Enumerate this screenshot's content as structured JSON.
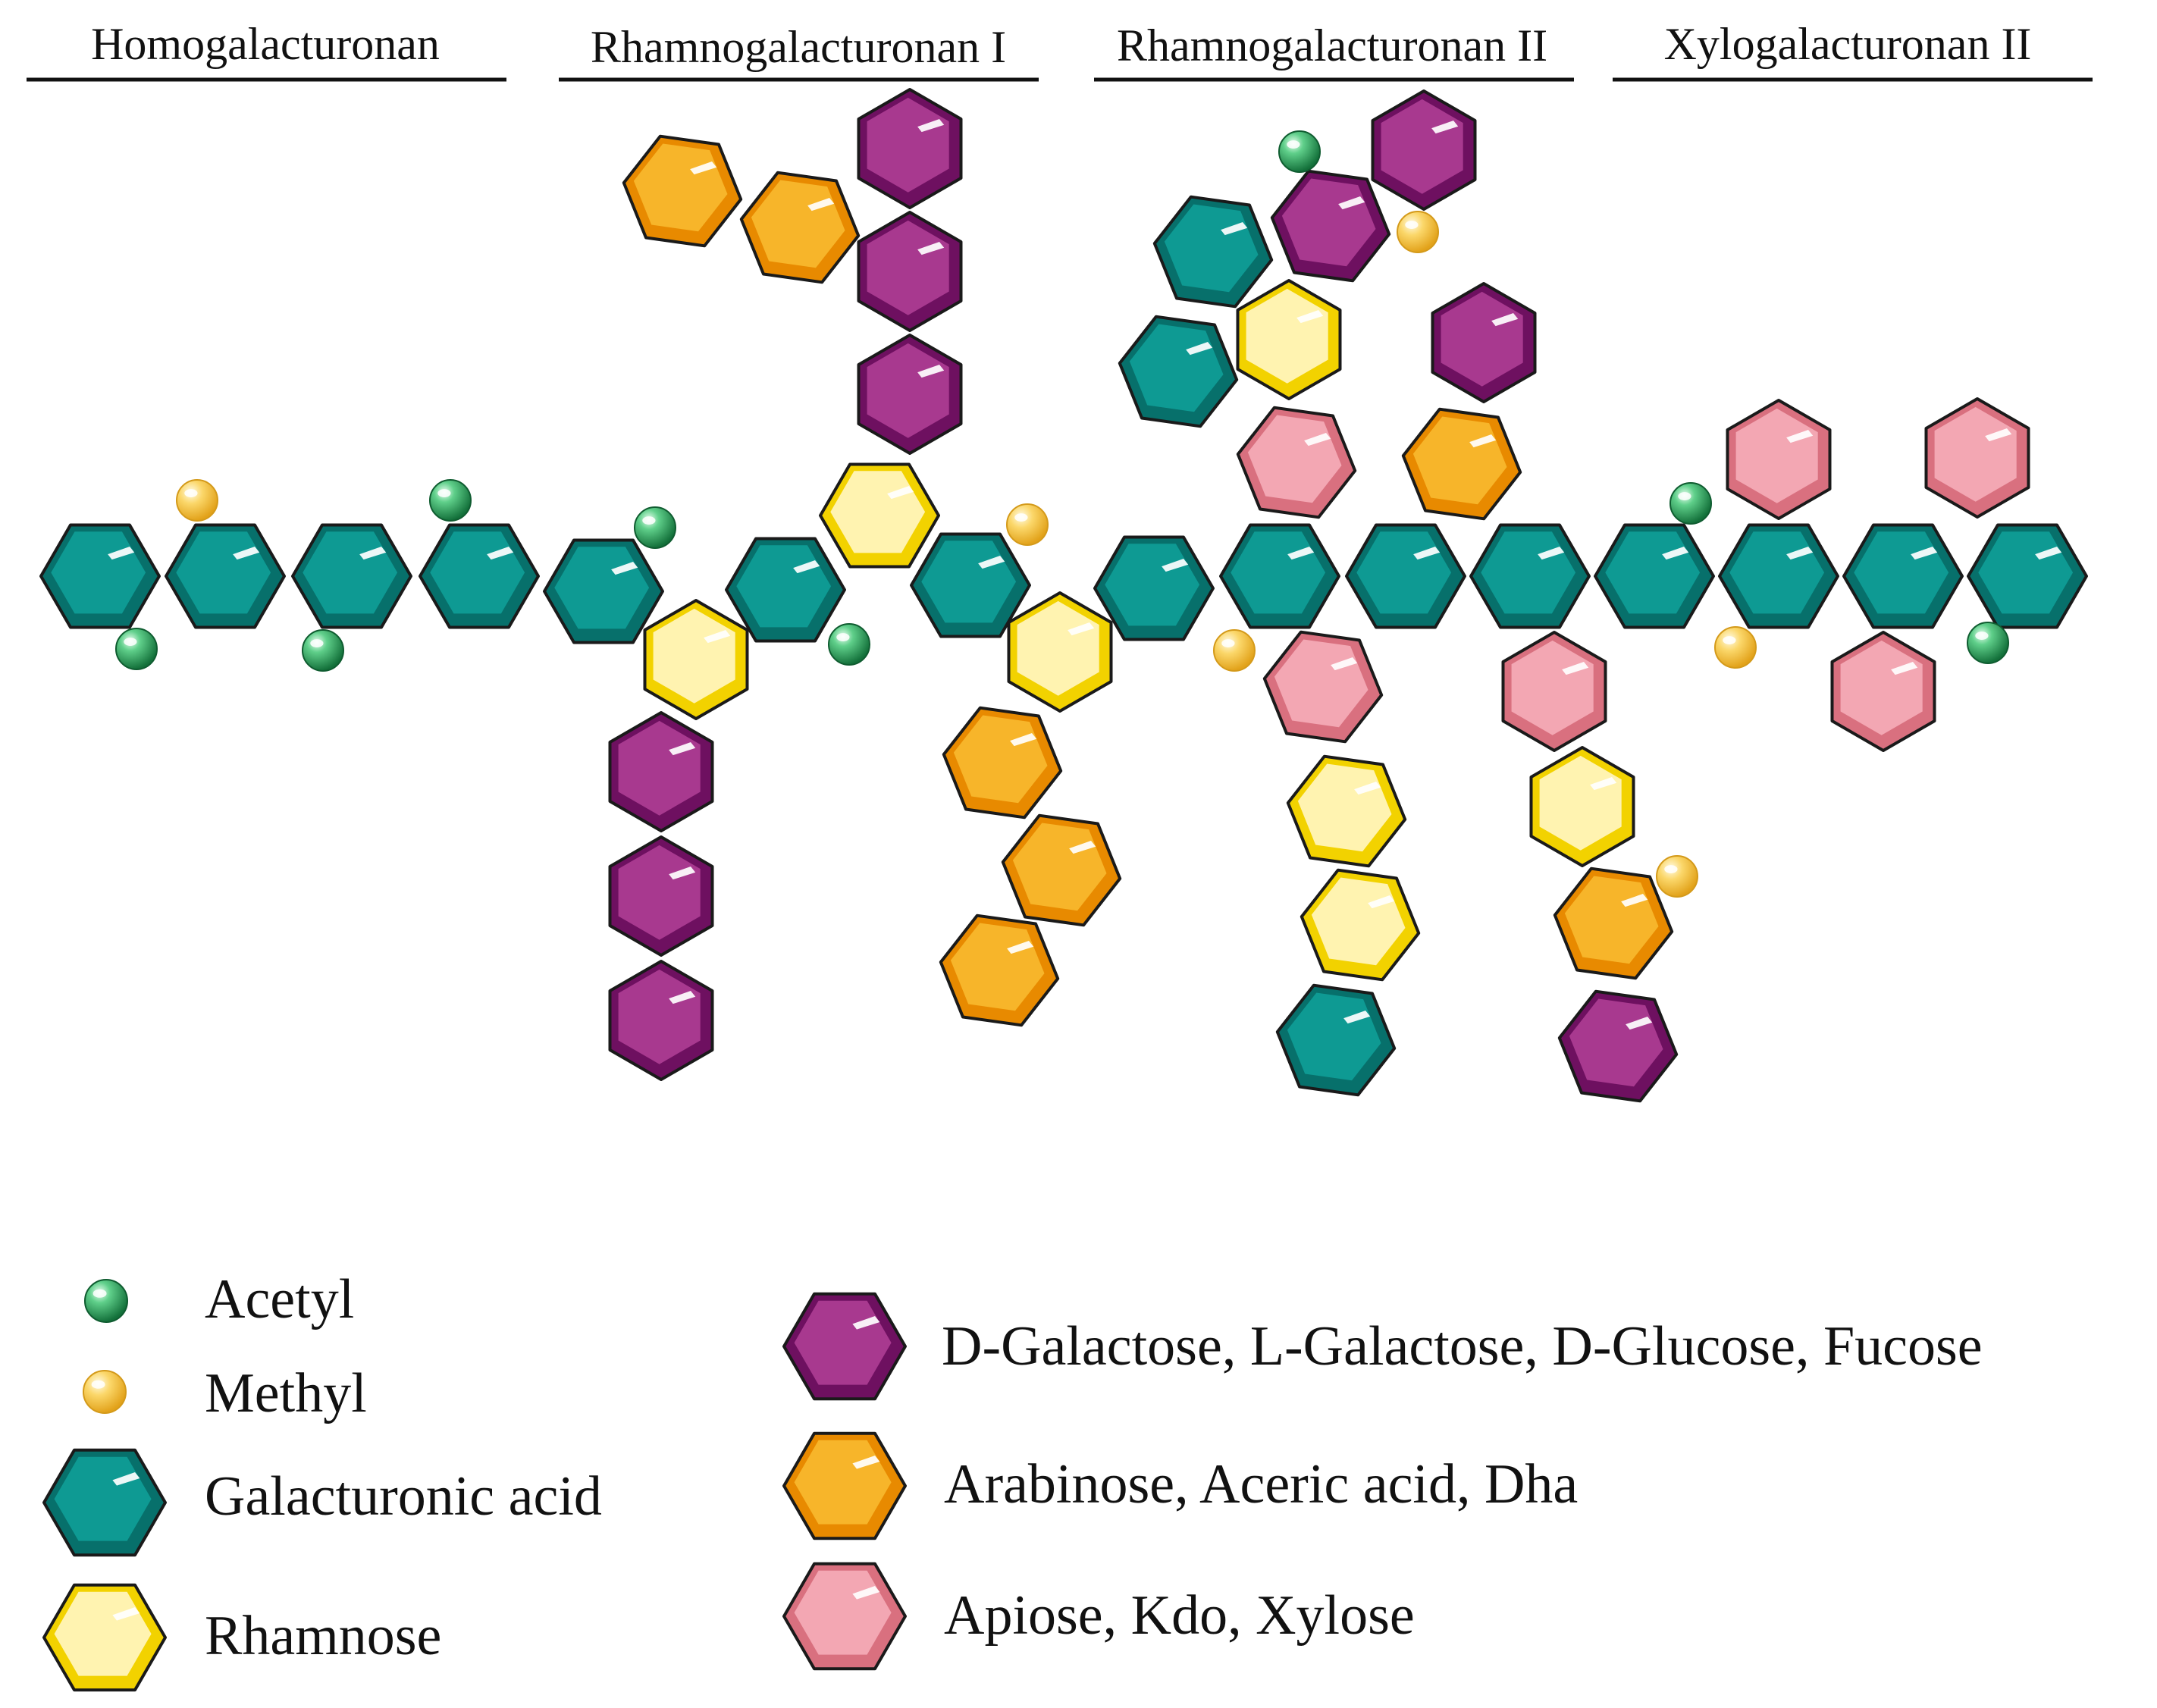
{
  "sections": [
    {
      "label": "Homogalacturonan"
    },
    {
      "label": "Rhamnogalacturonan I"
    },
    {
      "label": "Rhamnogalacturonan II"
    },
    {
      "label": "Xylogalacturonan II"
    }
  ],
  "legend": {
    "acetyl": "Acetyl",
    "methyl": "Methyl",
    "galacturonic_acid": "Galacturonic acid",
    "rhamnose": "Rhamnose",
    "galactose_group": "D-Galactose, L-Galactose, D-Glucose, Fucose",
    "arabinose_group": "Arabinose, Aceric acid, Dha",
    "apiose_group": "Apiose, Kdo, Xylose"
  },
  "colors": {
    "teal": {
      "fill": "#0e9a93",
      "dark": "#07706b"
    },
    "rhamnose": {
      "fill": "#fff3b0",
      "dark": "#f2d200"
    },
    "purple": {
      "fill": "#a8398f",
      "dark": "#6e1060"
    },
    "orange": {
      "fill": "#f7b52a",
      "dark": "#e88a00"
    },
    "pink": {
      "fill": "#f3a7b3",
      "dark": "#d9707f"
    },
    "acetyl": "#2ea15c",
    "methyl": "#f7cf5a"
  },
  "icons": [
    "acetyl-ball-icon",
    "methyl-ball-icon",
    "galacturonic-acid-hexagon-icon",
    "rhamnose-hexagon-icon",
    "galactose-hexagon-icon",
    "arabinose-hexagon-icon",
    "apiose-hexagon-icon"
  ]
}
